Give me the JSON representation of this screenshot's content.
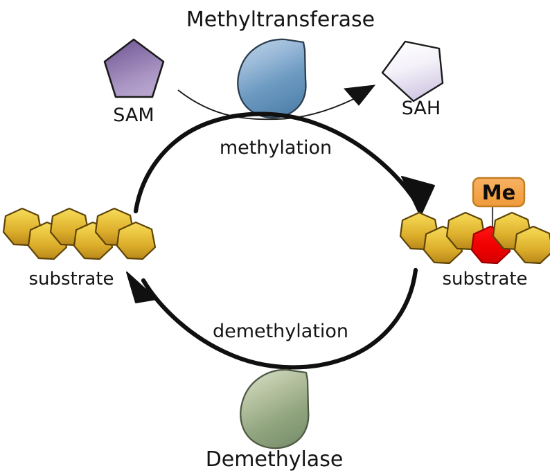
{
  "diagram": {
    "title_top": "Methyltransferase",
    "title_bottom": "Demethylase",
    "labels": {
      "sam": "SAM",
      "sah": "SAH",
      "substrate_left": "substrate",
      "substrate_right": "substrate",
      "methylation": "methylation",
      "demethylation": "demethylation",
      "methyl_tag": "Me"
    },
    "icons": {
      "methyltransferase": "blue-teardrop-enzyme-icon",
      "demethylase": "green-teardrop-enzyme-icon",
      "sam": "purple-pentagon-icon",
      "sah": "lavender-pentagon-icon",
      "substrate_unit": "gold-heptagon-icon",
      "methylated_unit": "red-heptagon-icon",
      "methylation_arrow": "curved-arrow-right-icon",
      "demethylation_arrow": "curved-arrow-left-icon",
      "cofactor_arrow": "thin-curved-arrow-icon"
    },
    "colors": {
      "background": "#ffffff",
      "outline": "#1a1a1a",
      "methyltransferase_light": "#aecbe4",
      "methyltransferase_dark": "#4a7fab",
      "demethylase_light": "#cdd7bb",
      "demethylase_dark": "#7e9470",
      "sam_light": "#b9a8cf",
      "sam_dark": "#6b4f8e",
      "sah_light": "#ffffff",
      "sah_dark": "#d5cde5",
      "substrate_light": "#f3d34b",
      "substrate_dark": "#bb8b16",
      "methyl_unit": "#ee0000",
      "methyl_unit_edge": "#b00000",
      "methyl_tag_fill": "#f3a košt",
      "methyl_tag_fill_hex": "#f4a council",
      "methyl_tag_box": "#f5a košt",
      "methyl_tag_background": "#f4a74a",
      "methyl_tag_border": "#c97f25",
      "text": "#141414"
    },
    "substrate_left_units": [
      {
        "index": 0,
        "color": "gold",
        "row": "upper"
      },
      {
        "index": 1,
        "color": "gold",
        "row": "lower"
      },
      {
        "index": 2,
        "color": "gold",
        "row": "upper"
      },
      {
        "index": 3,
        "color": "gold",
        "row": "lower"
      },
      {
        "index": 4,
        "color": "gold",
        "row": "upper"
      },
      {
        "index": 5,
        "color": "gold",
        "row": "lower"
      }
    ],
    "substrate_right_units": [
      {
        "index": 0,
        "color": "gold",
        "row": "upper"
      },
      {
        "index": 1,
        "color": "gold",
        "row": "lower"
      },
      {
        "index": 2,
        "color": "gold",
        "row": "upper"
      },
      {
        "index": 3,
        "color": "red",
        "row": "lower"
      },
      {
        "index": 4,
        "color": "gold",
        "row": "upper"
      },
      {
        "index": 5,
        "color": "gold",
        "row": "lower"
      }
    ]
  }
}
